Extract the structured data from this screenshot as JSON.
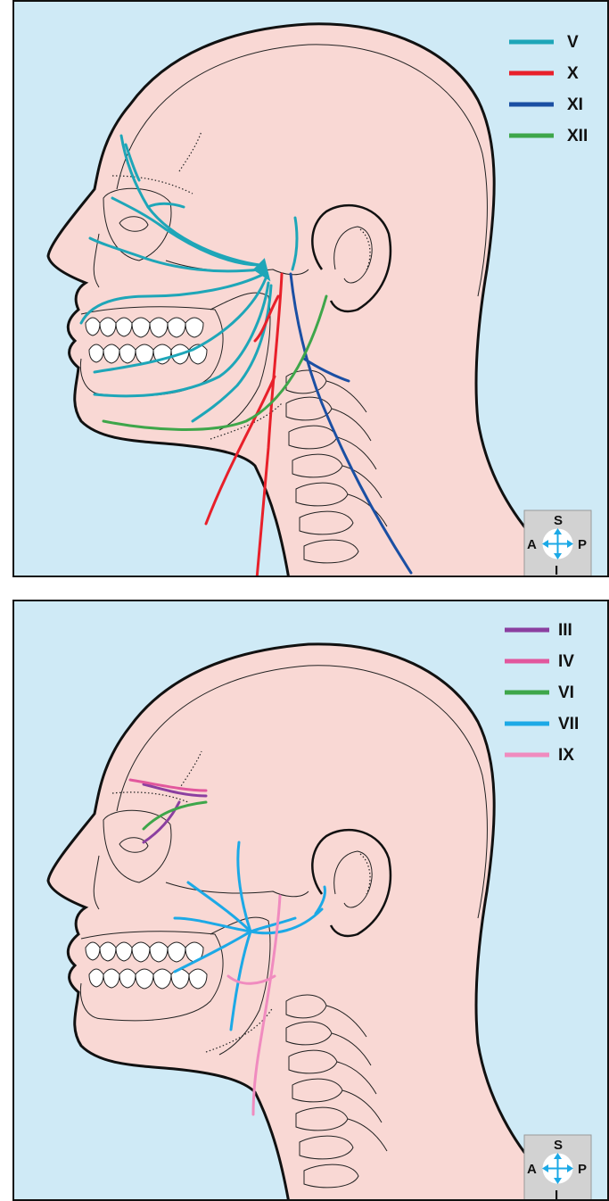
{
  "top_panel": {
    "legend": [
      {
        "label": "V",
        "color": "#1ea6b8"
      },
      {
        "label": "X",
        "color": "#e8202a"
      },
      {
        "label": "XI",
        "color": "#1b4fa3"
      },
      {
        "label": "XII",
        "color": "#3ea64a"
      }
    ],
    "compass": {
      "superior": "S",
      "inferior": "I",
      "anterior": "A",
      "posterior": "P"
    }
  },
  "bottom_panel": {
    "legend": [
      {
        "label": "III",
        "color": "#8b3fa0"
      },
      {
        "label": "IV",
        "color": "#e2579d"
      },
      {
        "label": "VI",
        "color": "#3ea64a"
      },
      {
        "label": "VII",
        "color": "#1ca9e6"
      },
      {
        "label": "IX",
        "color": "#f08bbf"
      }
    ],
    "compass": {
      "superior": "S",
      "inferior": "I",
      "anterior": "A",
      "posterior": "P"
    }
  },
  "colors": {
    "background": "#cfeaf6",
    "skin": "#f9d8d4",
    "outline": "#111111"
  }
}
